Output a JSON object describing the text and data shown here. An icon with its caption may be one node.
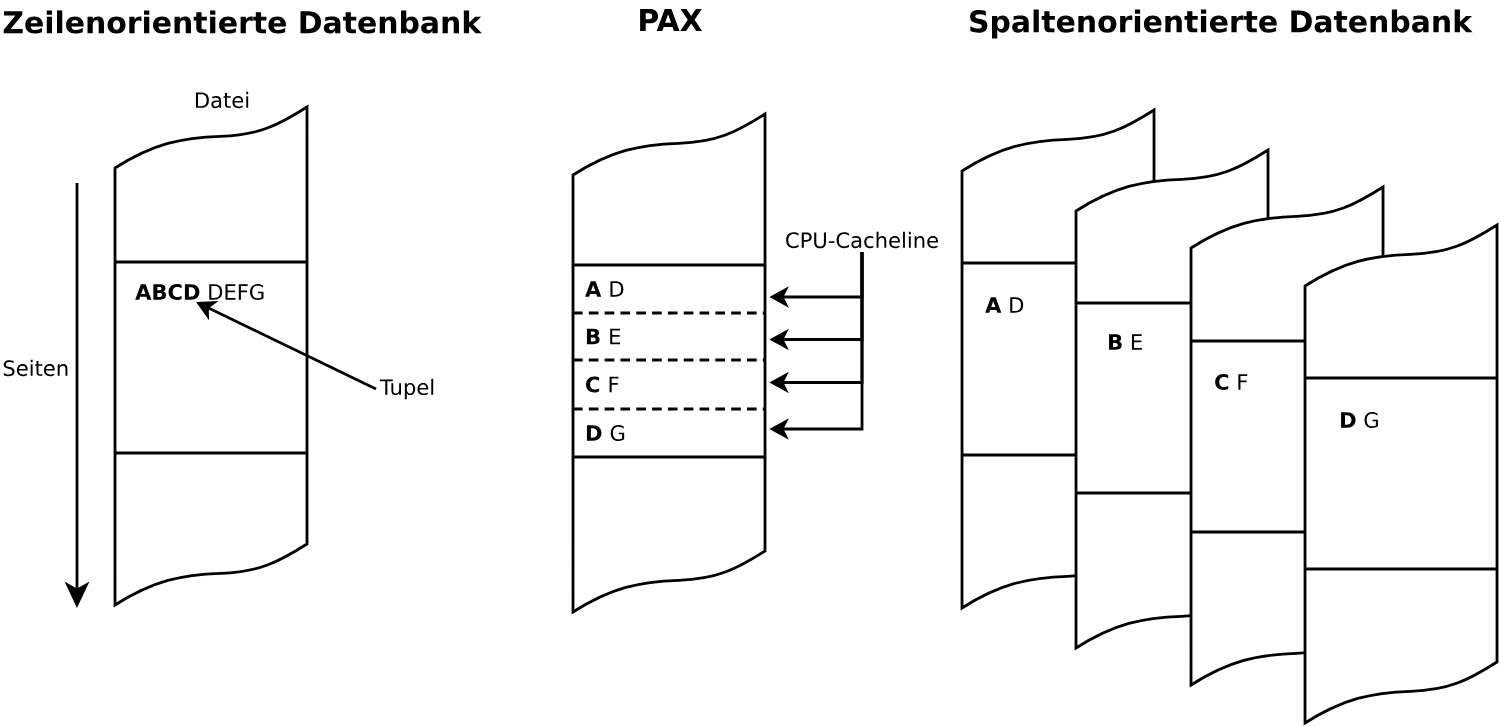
{
  "diagram": {
    "nodes": [
      {
        "text": [
          "Datei"
        ]
      },
      {
        "text": [
          "**ABCD** DEFG"
        ],
        "in": 0
      },
      {
        "text": [
          "Tupel"
        ]
      },
      {
        "text": [],
        "shape": "page"
      },
      {
        "text": [
          "**A** D"
        ],
        "in": 3
      },
      {
        "text": [
          "**B** E"
        ],
        "in": 3
      },
      {
        "text": [
          "**C** F"
        ],
        "in": 3
      },
      {
        "text": [
          "**D** G"
        ],
        "in": 3
      },
      {
        "text": [
          "CPU-Cacheline"
        ]
      },
      {
        "text": [
          "**A** D"
        ]
      },
      {
        "text": [
          "**B** E"
        ]
      },
      {
        "text": [
          "**C** F"
        ]
      },
      {
        "text": [
          "**D** G"
        ]
      }
    ],
    "edges": [
      {
        "from": 2,
        "to": 1,
        "arrow": "to"
      },
      {
        "from": 8,
        "to": 4,
        "arrow": "to"
      },
      {
        "from": 8,
        "to": 5,
        "arrow": "to"
      },
      {
        "from": 8,
        "to": 6,
        "arrow": "to"
      },
      {
        "from": 8,
        "to": 7,
        "arrow": "to"
      }
    ],
    "labels": [
      "Zeilenorientierte Datenbank",
      "PAX",
      "Spaltenorientierte Datenbank",
      "Seiten"
    ]
  }
}
